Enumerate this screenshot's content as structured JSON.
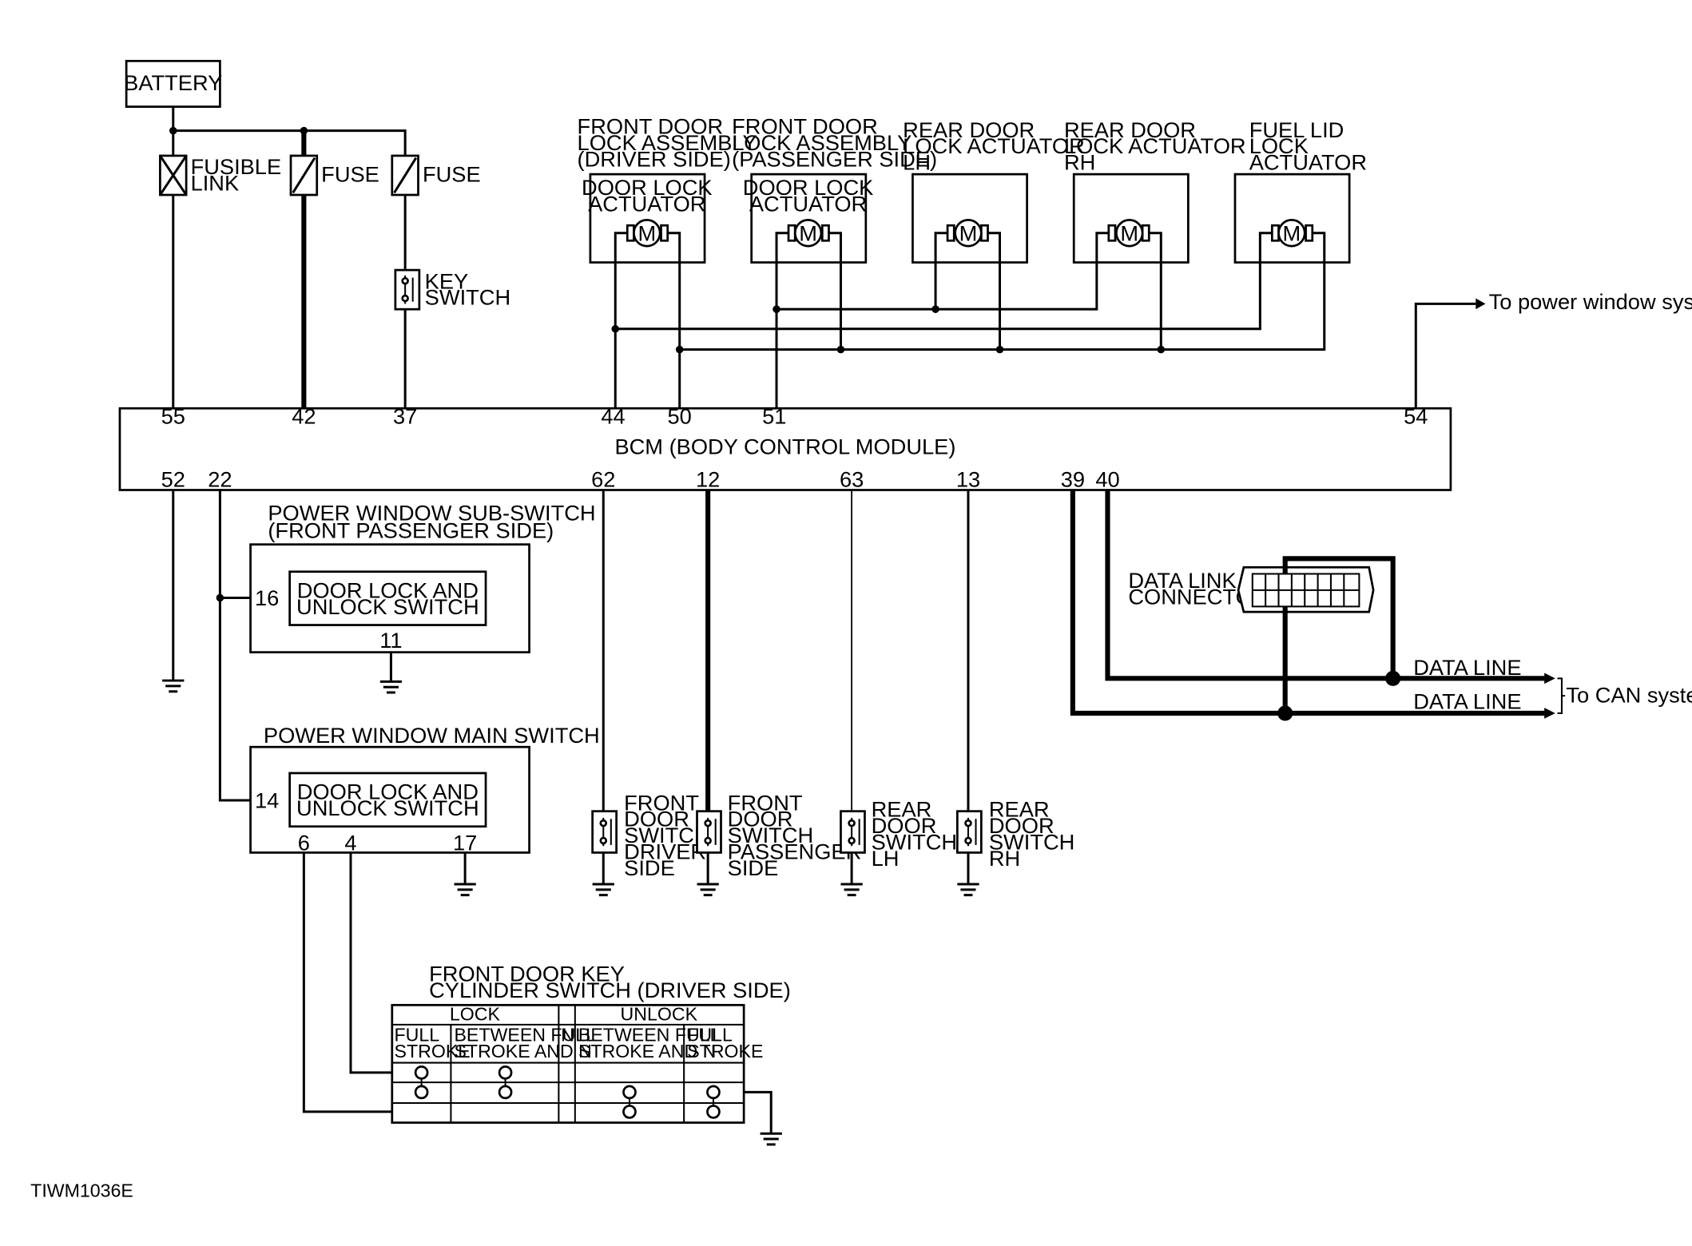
{
  "battery": "BATTERY",
  "fusible_link": [
    "FUSIBLE",
    "LINK"
  ],
  "fuse_1": "FUSE",
  "fuse_2": "FUSE",
  "key_switch": [
    "KEY",
    "SWITCH"
  ],
  "actuators": [
    {
      "title": [
        "FRONT DOOR",
        "LOCK ASSEMBLY",
        "(DRIVER SIDE)"
      ],
      "inner": [
        "DOOR LOCK",
        "ACTUATOR"
      ]
    },
    {
      "title": [
        "FRONT DOOR",
        "LOCK ASSEMBLY",
        "(PASSENGER SIDE)"
      ],
      "inner": [
        "DOOR LOCK",
        "ACTUATOR"
      ]
    },
    {
      "title": [
        "REAR DOOR",
        "LOCK ACTUATOR",
        "LH"
      ],
      "inner": []
    },
    {
      "title": [
        "REAR DOOR",
        "LOCK ACTUATOR",
        "RH"
      ],
      "inner": []
    },
    {
      "title": [
        "FUEL LID",
        "LOCK",
        "ACTUATOR"
      ],
      "inner": []
    }
  ],
  "motor_symbol": "M",
  "to_power_window": "To power window system",
  "bcm": {
    "title": "BCM (BODY CONTROL MODULE)",
    "top_pins": [
      "55",
      "42",
      "37",
      "44",
      "50",
      "51",
      "54"
    ],
    "bottom_pins": [
      "52",
      "22",
      "62",
      "12",
      "63",
      "13",
      "39",
      "40"
    ]
  },
  "sub_switch": {
    "title": [
      "POWER WINDOW SUB-SWITCH",
      "(FRONT PASSENGER SIDE)"
    ],
    "inner": [
      "DOOR LOCK AND",
      "UNLOCK SWITCH"
    ],
    "pin_in": "16",
    "pin_ground": "11"
  },
  "main_switch": {
    "title": "POWER WINDOW MAIN SWITCH",
    "inner": [
      "DOOR LOCK AND",
      "UNLOCK SWITCH"
    ],
    "pin_in": "14",
    "pins_bottom": [
      "6",
      "4",
      "17"
    ]
  },
  "door_switches": [
    [
      "FRONT",
      "DOOR",
      "SWITCH",
      "DRIVER",
      "SIDE"
    ],
    [
      "FRONT",
      "DOOR",
      "SWITCH",
      "PASSENGER",
      "SIDE"
    ],
    [
      "REAR",
      "DOOR",
      "SWITCH",
      "LH"
    ],
    [
      "REAR",
      "DOOR",
      "SWITCH",
      "RH"
    ]
  ],
  "dlc": [
    "DATA LINK",
    "CONNECTOR"
  ],
  "data_line_1": "DATA LINE",
  "data_line_2": "DATA LINE",
  "to_can": "To CAN system",
  "key_cylinder": {
    "title": [
      "FRONT DOOR KEY",
      "CYLINDER SWITCH (DRIVER SIDE)"
    ],
    "lock": "LOCK",
    "unlock": "UNLOCK",
    "col_full": [
      "FULL",
      "STROKE"
    ],
    "col_between": [
      "BETWEEN FULL",
      "STROKE AND N"
    ],
    "col_n": "N"
  },
  "figure_code": "TIWM1036E"
}
